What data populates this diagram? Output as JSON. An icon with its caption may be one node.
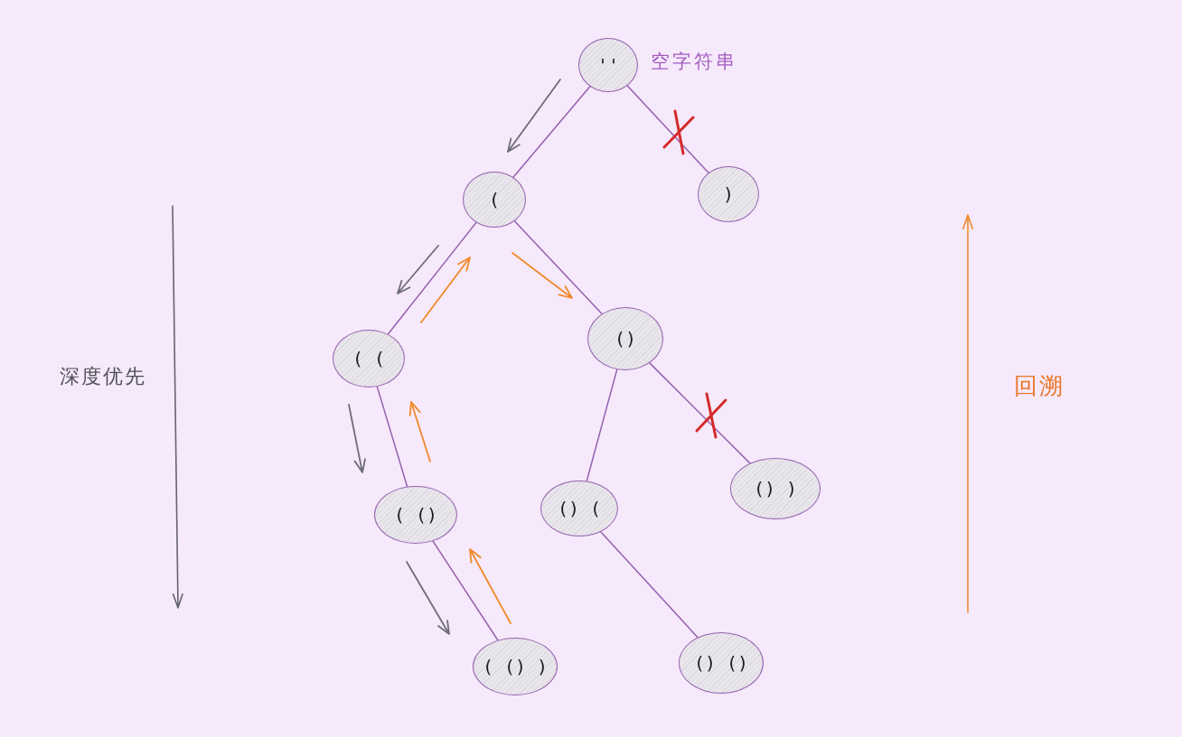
{
  "diagram": {
    "nodes": [
      {
        "text": [
          "''"
        ],
        "beside": [
          "空字符串"
        ]
      },
      {
        "text": [
          "("
        ]
      },
      {
        "text": [
          ")"
        ]
      },
      {
        "text": [
          "( ("
        ]
      },
      {
        "text": [
          "()"
        ]
      },
      {
        "text": [
          "( ()"
        ]
      },
      {
        "text": [
          "() ("
        ]
      },
      {
        "text": [
          "() )"
        ]
      },
      {
        "text": [
          "( () )"
        ]
      },
      {
        "text": [
          "() ()"
        ]
      }
    ],
    "edges": [
      {
        "from": 0,
        "to": 1,
        "arrow": "none"
      },
      {
        "from": 0,
        "to": 2,
        "arrow": "none"
      },
      {
        "from": 1,
        "to": 3,
        "arrow": "none"
      },
      {
        "from": 1,
        "to": 4,
        "arrow": "none"
      },
      {
        "from": 3,
        "to": 5,
        "arrow": "none"
      },
      {
        "from": 4,
        "to": 6,
        "arrow": "none"
      },
      {
        "from": 4,
        "to": 7,
        "arrow": "none"
      },
      {
        "from": 5,
        "to": 8,
        "arrow": "none"
      },
      {
        "from": 6,
        "to": 9,
        "arrow": "none"
      }
    ],
    "labels": [
      "深度优先",
      "回溯"
    ]
  }
}
